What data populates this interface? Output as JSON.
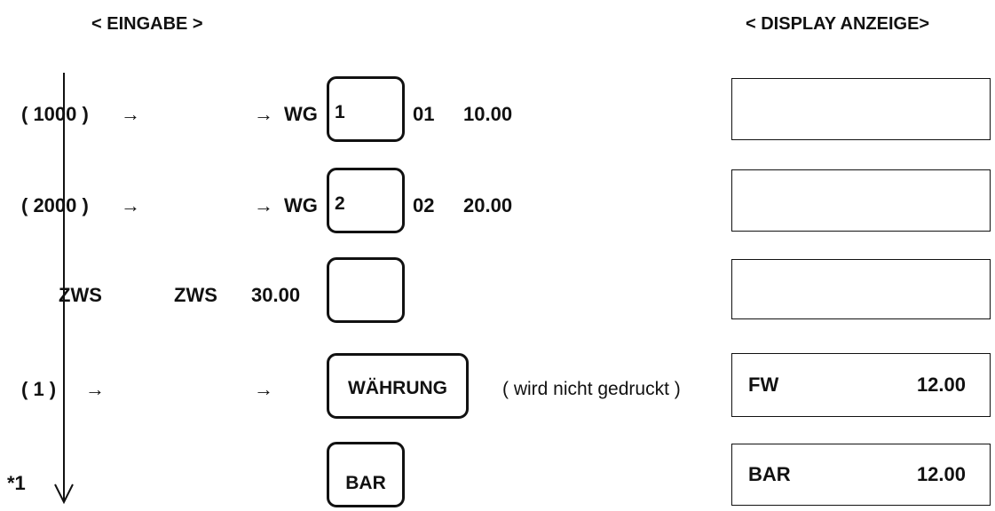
{
  "headers": {
    "input": "< EINGABE >",
    "display": "< DISPLAY ANZEIGE>"
  },
  "rows": [
    {
      "input": "( 1000 )",
      "arrow1": "→",
      "arrow2": "→",
      "dept_prefix": "WG",
      "key_label": "1",
      "code": "01",
      "amount": "10.00",
      "display_left": "",
      "display_right": ""
    },
    {
      "input": "( 2000 )",
      "arrow1": "→",
      "arrow2": "→",
      "dept_prefix": "WG",
      "key_label": "2",
      "code": "02",
      "amount": "20.00",
      "display_left": "",
      "display_right": ""
    },
    {
      "input": "ZWS",
      "label2": "ZWS",
      "amount": "30.00",
      "key_label": "",
      "display_left": "",
      "display_right": ""
    },
    {
      "input": "( 1      )",
      "arrow1": "→",
      "arrow2": "→",
      "key_label": "WÄHRUNG",
      "note": "( wird nicht gedruckt )",
      "display_left": "FW",
      "display_right": "12.00"
    },
    {
      "input": "*1",
      "key_label": "BAR",
      "display_left": "BAR",
      "display_right": "12.00"
    }
  ]
}
